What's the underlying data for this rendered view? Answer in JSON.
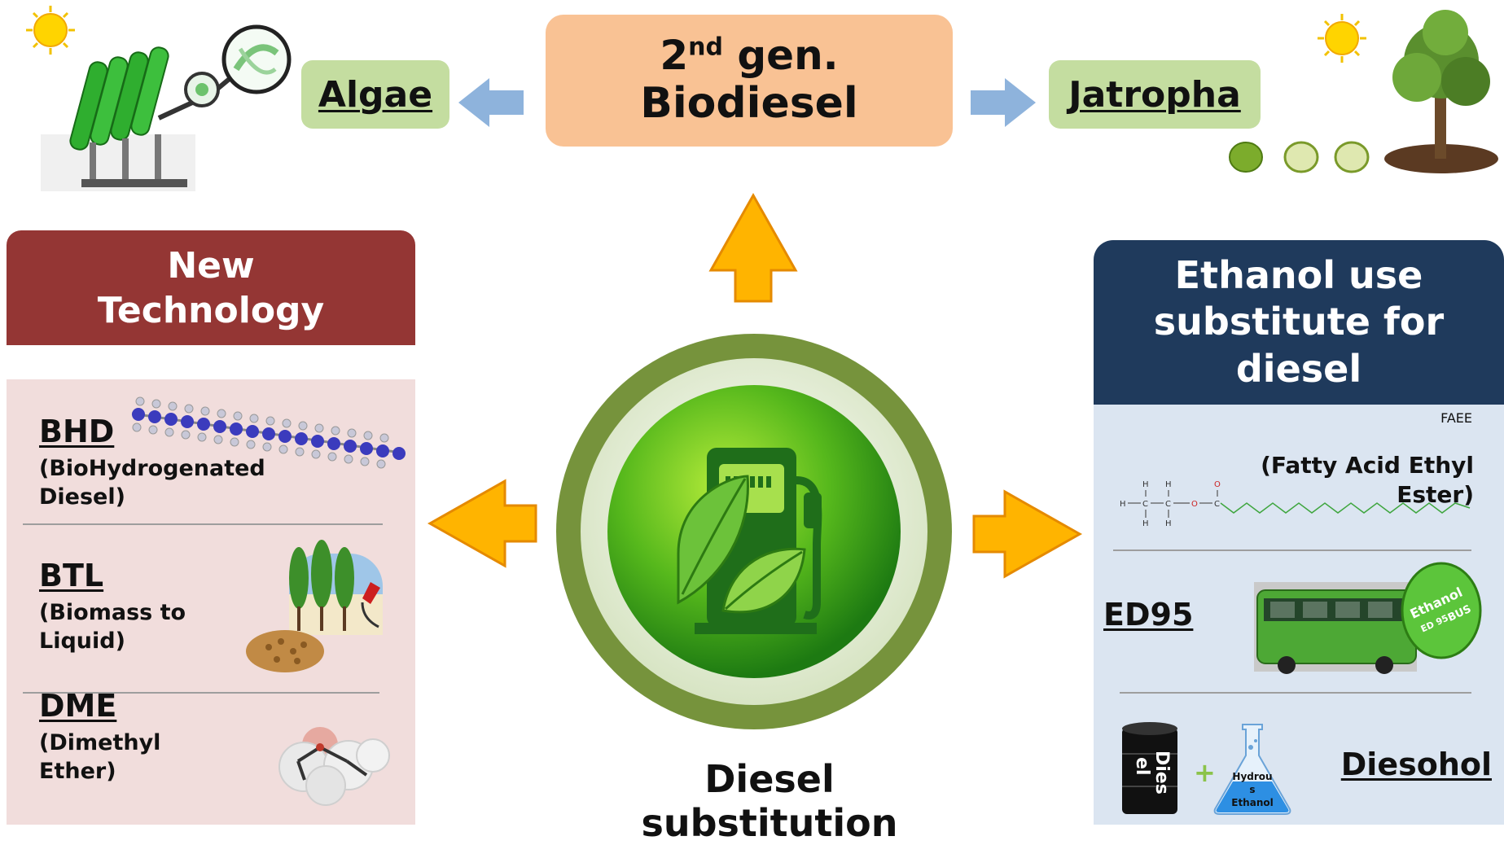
{
  "top": {
    "center_title": "2nd gen.",
    "center_title_base": "2",
    "center_title_sup": "nd",
    "center_title_rest": " gen.",
    "center_subtitle": "Biodiesel",
    "left_label": "Algae",
    "right_label": "Jatropha"
  },
  "left_panel": {
    "header": [
      "New",
      "Technology"
    ],
    "items": [
      {
        "title": "BHD",
        "subtitle": [
          "(BioHydrogenated",
          "Diesel)"
        ]
      },
      {
        "title": "BTL",
        "subtitle": [
          "(Biomass to",
          "Liquid)"
        ]
      },
      {
        "title": "DME",
        "subtitle": [
          "(Dimethyl",
          "Ether)"
        ]
      }
    ]
  },
  "right_panel": {
    "header": [
      "Ethanol use",
      "substitute for",
      "diesel"
    ],
    "items": [
      {
        "title": "FAEE",
        "subtitle": "(Fatty Acid Ethyl Ester)"
      },
      {
        "title": "ED95"
      },
      {
        "title": "Diesohol"
      }
    ],
    "barrel_text": [
      "Dies",
      "el"
    ],
    "flask_text": [
      "Hydrou",
      "s",
      "Ethanol"
    ],
    "bus_badge": [
      "Ethanol",
      "ED 95",
      "BUS"
    ]
  },
  "center": {
    "caption": "Diesel substitution"
  },
  "colors": {
    "top_center_box": "#f9c294",
    "side_label_box": "#c4dda0",
    "left_header": "#943634",
    "left_body": "#f1dddc",
    "right_header": "#1f3a5c",
    "right_body": "#dbe5f1",
    "orange_arrow": "#ffb400",
    "blue_arrow": "#8eb3dc",
    "ring_outer": "#76933c",
    "pump_green": "#2e7d1f"
  }
}
